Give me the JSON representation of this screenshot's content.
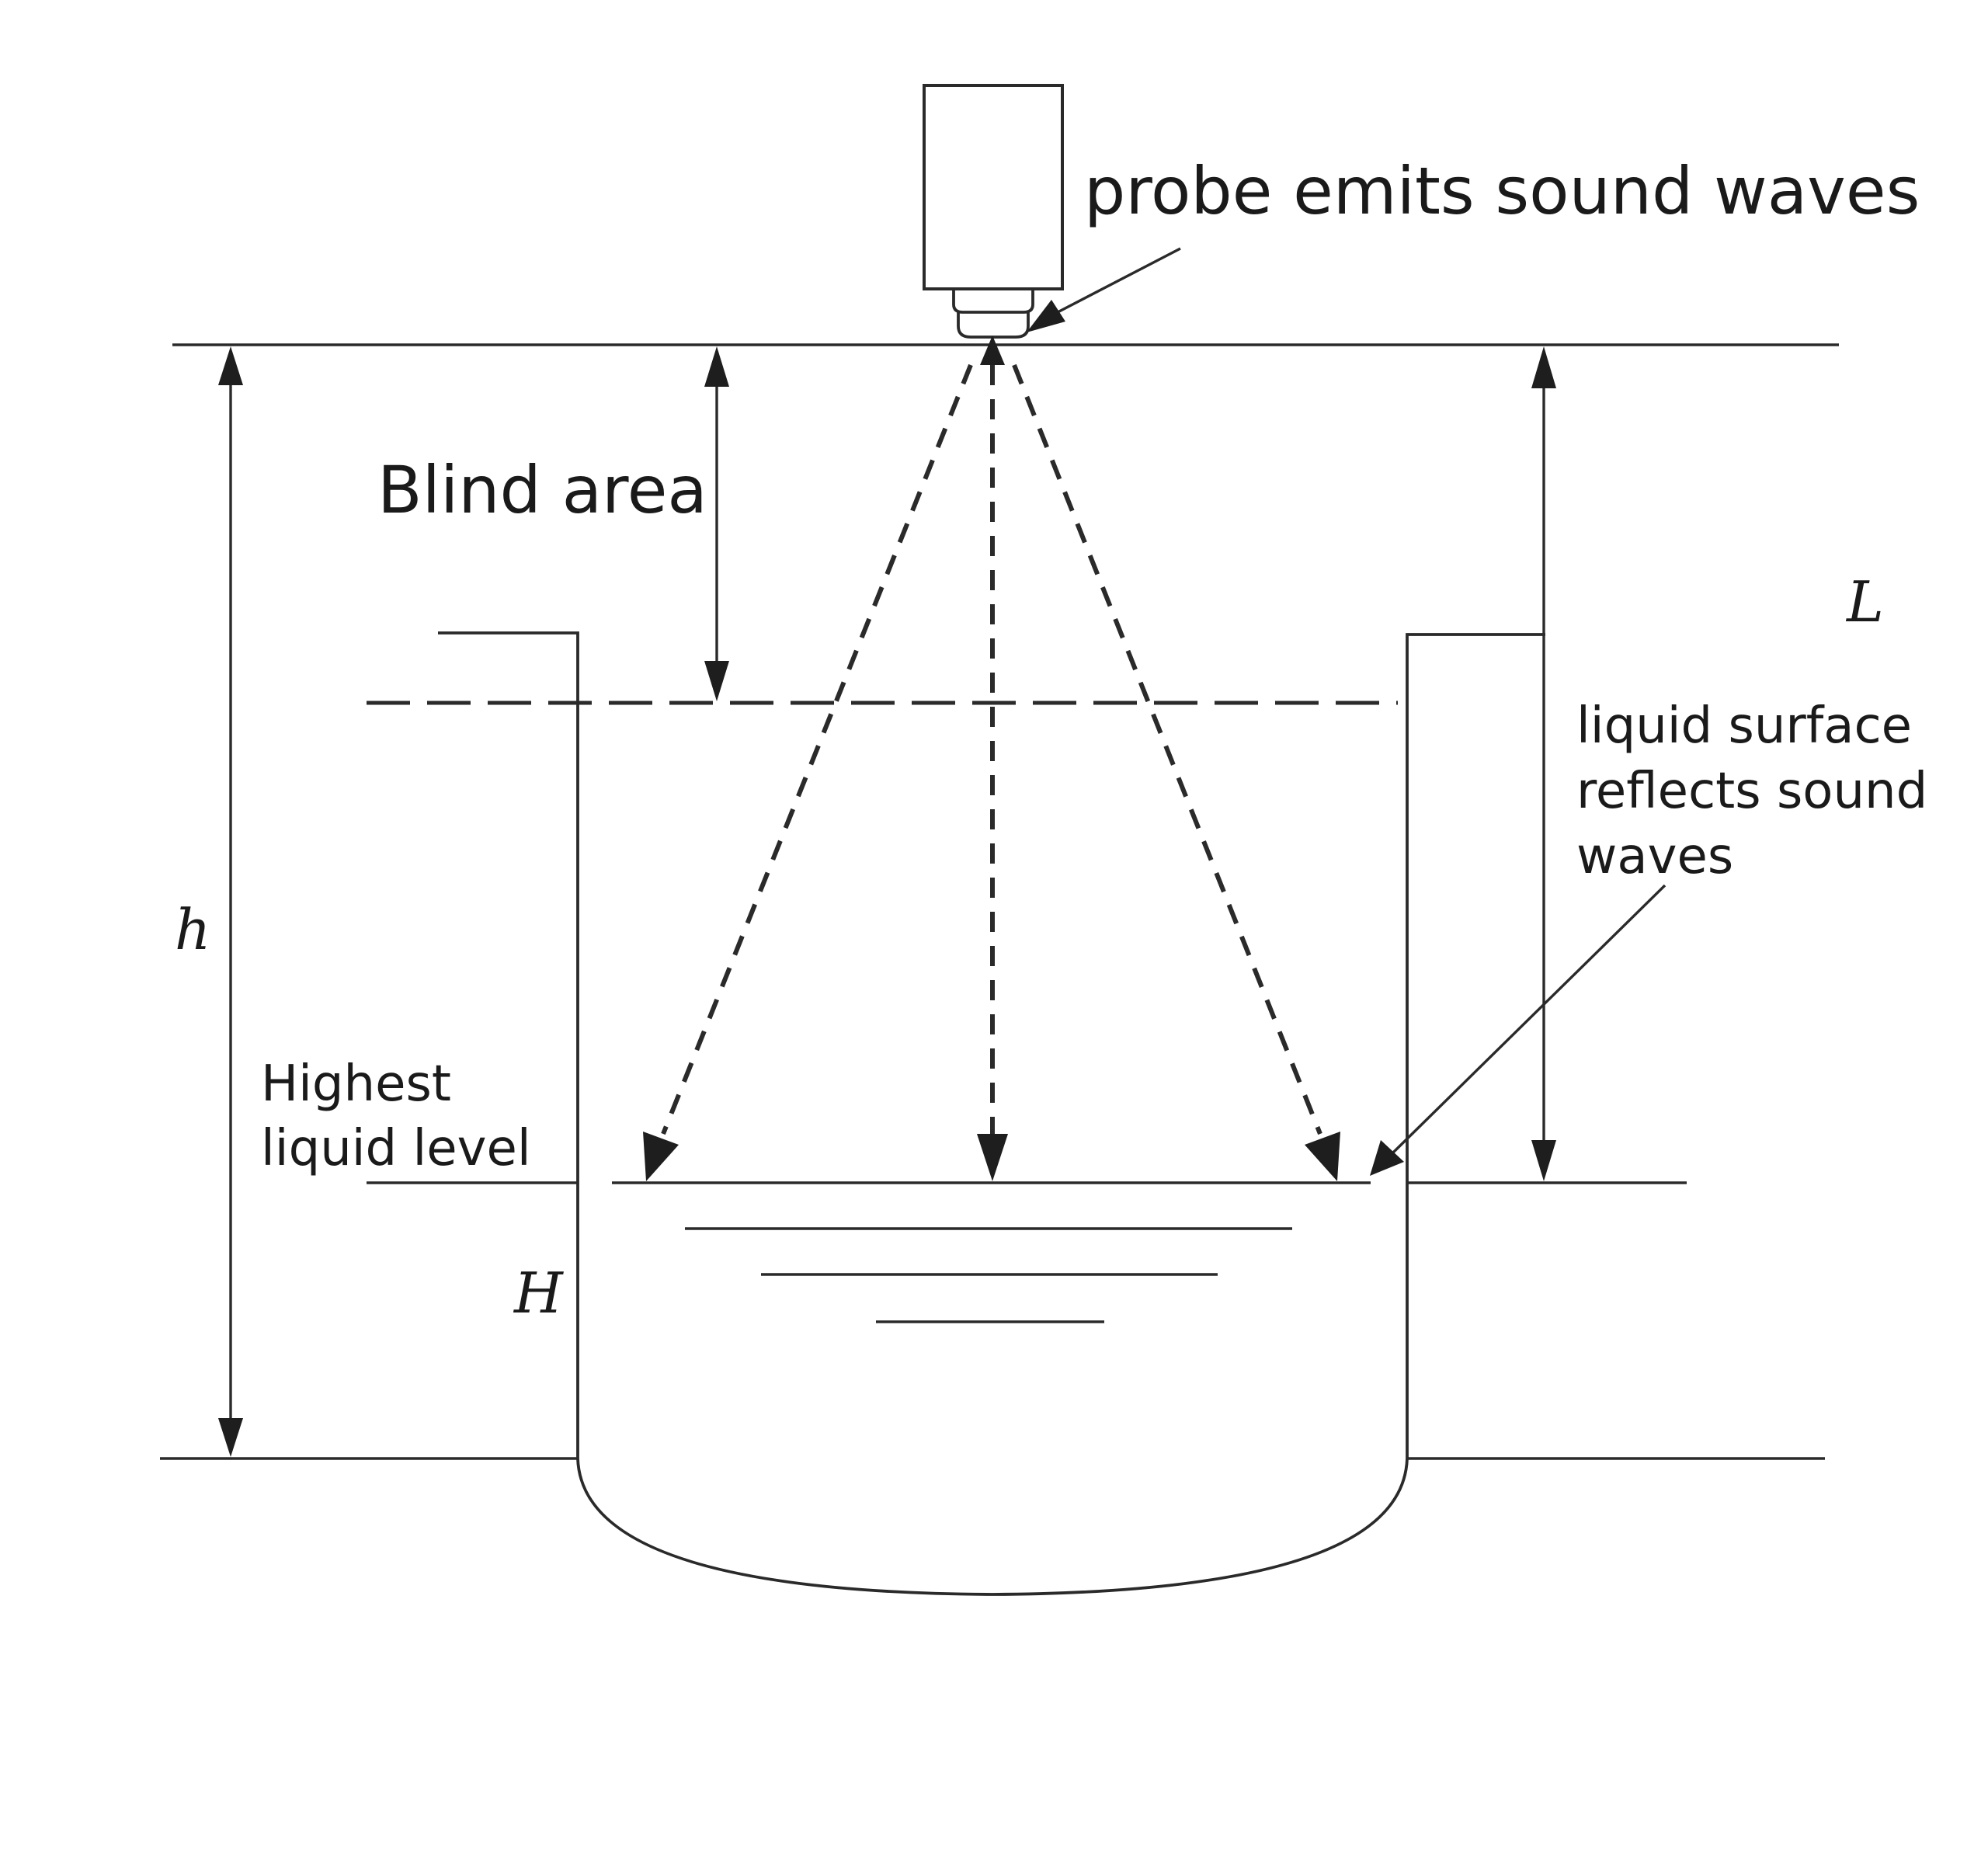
{
  "labels": {
    "probe": "probe emits sound waves",
    "blind_area": "Blind area",
    "L": "L",
    "h": "h",
    "H": "H",
    "highest_level_line1": "Highest",
    "highest_level_line2": "liquid level",
    "reflect_line1": "liquid surface",
    "reflect_line2": "reflects sound",
    "reflect_line3": "waves"
  },
  "colors": {
    "line": "#2a2a2a",
    "text": "#1a1a1a",
    "background": "#ffffff"
  }
}
